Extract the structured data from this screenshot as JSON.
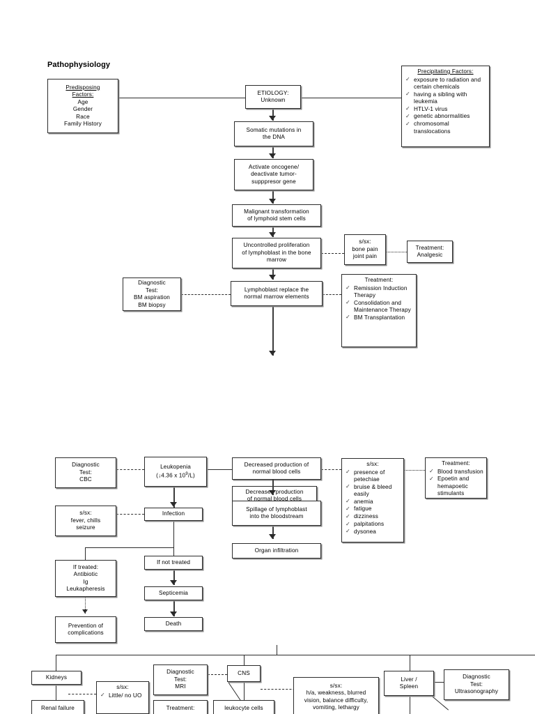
{
  "page": {
    "title": "Pathophysiology"
  },
  "section1": {
    "predisposing": {
      "heading_l1": "Predisposing",
      "heading_l2": "Factors:",
      "items": [
        "Age",
        "Gender",
        "Race",
        "Family History"
      ]
    },
    "etiology": {
      "line1": "ETIOLOGY:",
      "line2": "Unknown"
    },
    "precipitating": {
      "heading": "Precipitating Factors:",
      "items": [
        "exposure to radiation and certain chemicals",
        "having a sibling with leukemia",
        "HTLV-1 virus",
        "genetic abnormalities",
        "chromosomal translocations"
      ]
    },
    "somatic": {
      "line1": "Somatic mutations in",
      "line2": "the DNA"
    },
    "oncogene": {
      "line1": "Activate oncogene/",
      "line2": "deactivate tumor-",
      "line3": "supppresor gene"
    },
    "malignant": {
      "line1": "Malignant transformation",
      "line2": "of lymphoid stem cells"
    },
    "uncontrolled": {
      "line1": "Uncontrolled proliferation",
      "line2": "of lymphoblast in the bone",
      "line3": "marrow"
    },
    "ssx_bone": {
      "line1": "s/sx:",
      "line2": "bone pain",
      "line3": "joint pain"
    },
    "treatment_analgesic": {
      "line1": "Treatment:",
      "line2": "Analgesic"
    },
    "diagnostic_bm": {
      "line1": "Diagnostic",
      "line2": "Test:",
      "line3": "BM aspiration",
      "line4": "BM biopsy"
    },
    "lymphoblast_replace": {
      "line1": "Lymphoblast replace the",
      "line2": "normal marrow elements"
    },
    "treatment_main": {
      "heading": "Treatment:",
      "items": [
        "Remission Induction Therapy",
        "Consolidation and Maintenance Therapy",
        "BM Transplantation"
      ]
    }
  },
  "section2": {
    "diagnostic_cbc": {
      "line1": "Diagnostic",
      "line2": "Test:",
      "line3": "CBC"
    },
    "leukopenia": {
      "line1": "Leukopenia",
      "value_prefix": "(",
      "value_arrow": "↓",
      "value_number": "4.36 x 10",
      "value_exp": "9",
      "value_suffix": "/L)"
    },
    "decreased_production": {
      "line1": "Decreased production of",
      "line2": "normal blood cells"
    },
    "decreased_production_dup": {
      "line1": "Decreased production",
      "line2": "of normal blood cells"
    },
    "spillage": {
      "line1": "Spillage of lymphoblast",
      "line2": "into the bloodstream"
    },
    "organ_infiltration": {
      "line1": "Organ infiltration"
    },
    "ssx_blood": {
      "heading": "s/sx:",
      "items": [
        "presence of petechiae",
        "bruise & bleed easily",
        "anemia",
        "fatigue",
        "dizziness",
        "palpitations",
        "dysonea"
      ]
    },
    "treatment_blood": {
      "heading": "Treatment:",
      "items": [
        "Blood transfusion",
        "Epoetin and hemapoetic stimulants"
      ]
    },
    "ssx_fever": {
      "line1": "s/sx:",
      "line2": "fever, chills",
      "line3": "seizure"
    },
    "infection": {
      "line1": "Infection"
    },
    "if_treated": {
      "line1": "If treated:",
      "line2": "Antibiotic",
      "line3": "Ig",
      "line4": "Leukapheresis"
    },
    "if_not_treated": {
      "line1": "If not treated"
    },
    "septicemia": {
      "line1": "Septicemia"
    },
    "death": {
      "line1": "Death"
    },
    "prevention": {
      "line1": "Prevention of",
      "line2": "complications"
    }
  },
  "section3": {
    "kidneys": {
      "line1": "Kidneys"
    },
    "renal_failure": {
      "line1": "Renal failure"
    },
    "ssx_renal": {
      "heading": "s/sx:",
      "items": [
        "Little/ no UO"
      ]
    },
    "diagnostic_mri": {
      "line1": "Diagnostic",
      "line2": "Test:",
      "line3": "MRI"
    },
    "treatment_cns": {
      "line1": "Treatment:"
    },
    "cns": {
      "line1": "CNS"
    },
    "leukocyte": {
      "line1": "leukocyte cells"
    },
    "ssx_cns": {
      "line1": "s/sx:",
      "line2": "h/a, weakness, blurred",
      "line3": "vision, balance difficulty,",
      "line4": "vomiting, lethargy"
    },
    "liver_spleen": {
      "line1": "Liver /",
      "line2": "Spleen"
    },
    "diagnostic_uts": {
      "line1": "Diagnostic",
      "line2": "Test:",
      "line3": "Ultrasonography"
    }
  },
  "colors": {
    "stroke": "#2b2b2b",
    "shadow": "#8a8a8a",
    "background": "#ffffff"
  }
}
